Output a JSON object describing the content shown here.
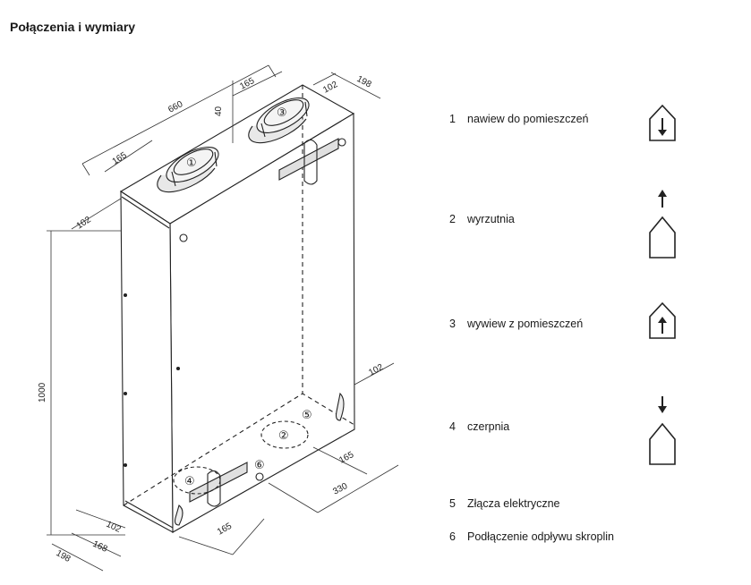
{
  "title": "Połączenia i wymiary",
  "dimensions": {
    "top_width": "660",
    "top_165_left": "165",
    "top_165_right": "165",
    "top_40": "40",
    "top_102_right": "102",
    "top_198": "198",
    "top_102_left": "102",
    "height_1000": "1000",
    "bottom_102_right": "102",
    "bottom_165_right": "165",
    "bottom_330": "330",
    "bottom_165_front": "165",
    "bottom_102_left": "102",
    "bottom_168": "168",
    "bottom_198": "198"
  },
  "callouts": [
    "①",
    "②",
    "③",
    "④",
    "⑤",
    "⑥"
  ],
  "legend": [
    {
      "num": "1",
      "label": "nawiew do pomieszczeń",
      "symbol": "house-arrow-down-icon"
    },
    {
      "num": "2",
      "label": "wyrzutnia",
      "symbol": "house-arrow-up-outside-icon"
    },
    {
      "num": "3",
      "label": "wywiew z pomieszczeń",
      "symbol": "house-arrow-up-icon"
    },
    {
      "num": "4",
      "label": "czerpnia",
      "symbol": "house-arrow-down-outside-icon"
    },
    {
      "num": "5",
      "label": "Złącza elektryczne",
      "symbol": ""
    },
    {
      "num": "6",
      "label": "Podłączenie odpływu skroplin",
      "symbol": ""
    }
  ]
}
